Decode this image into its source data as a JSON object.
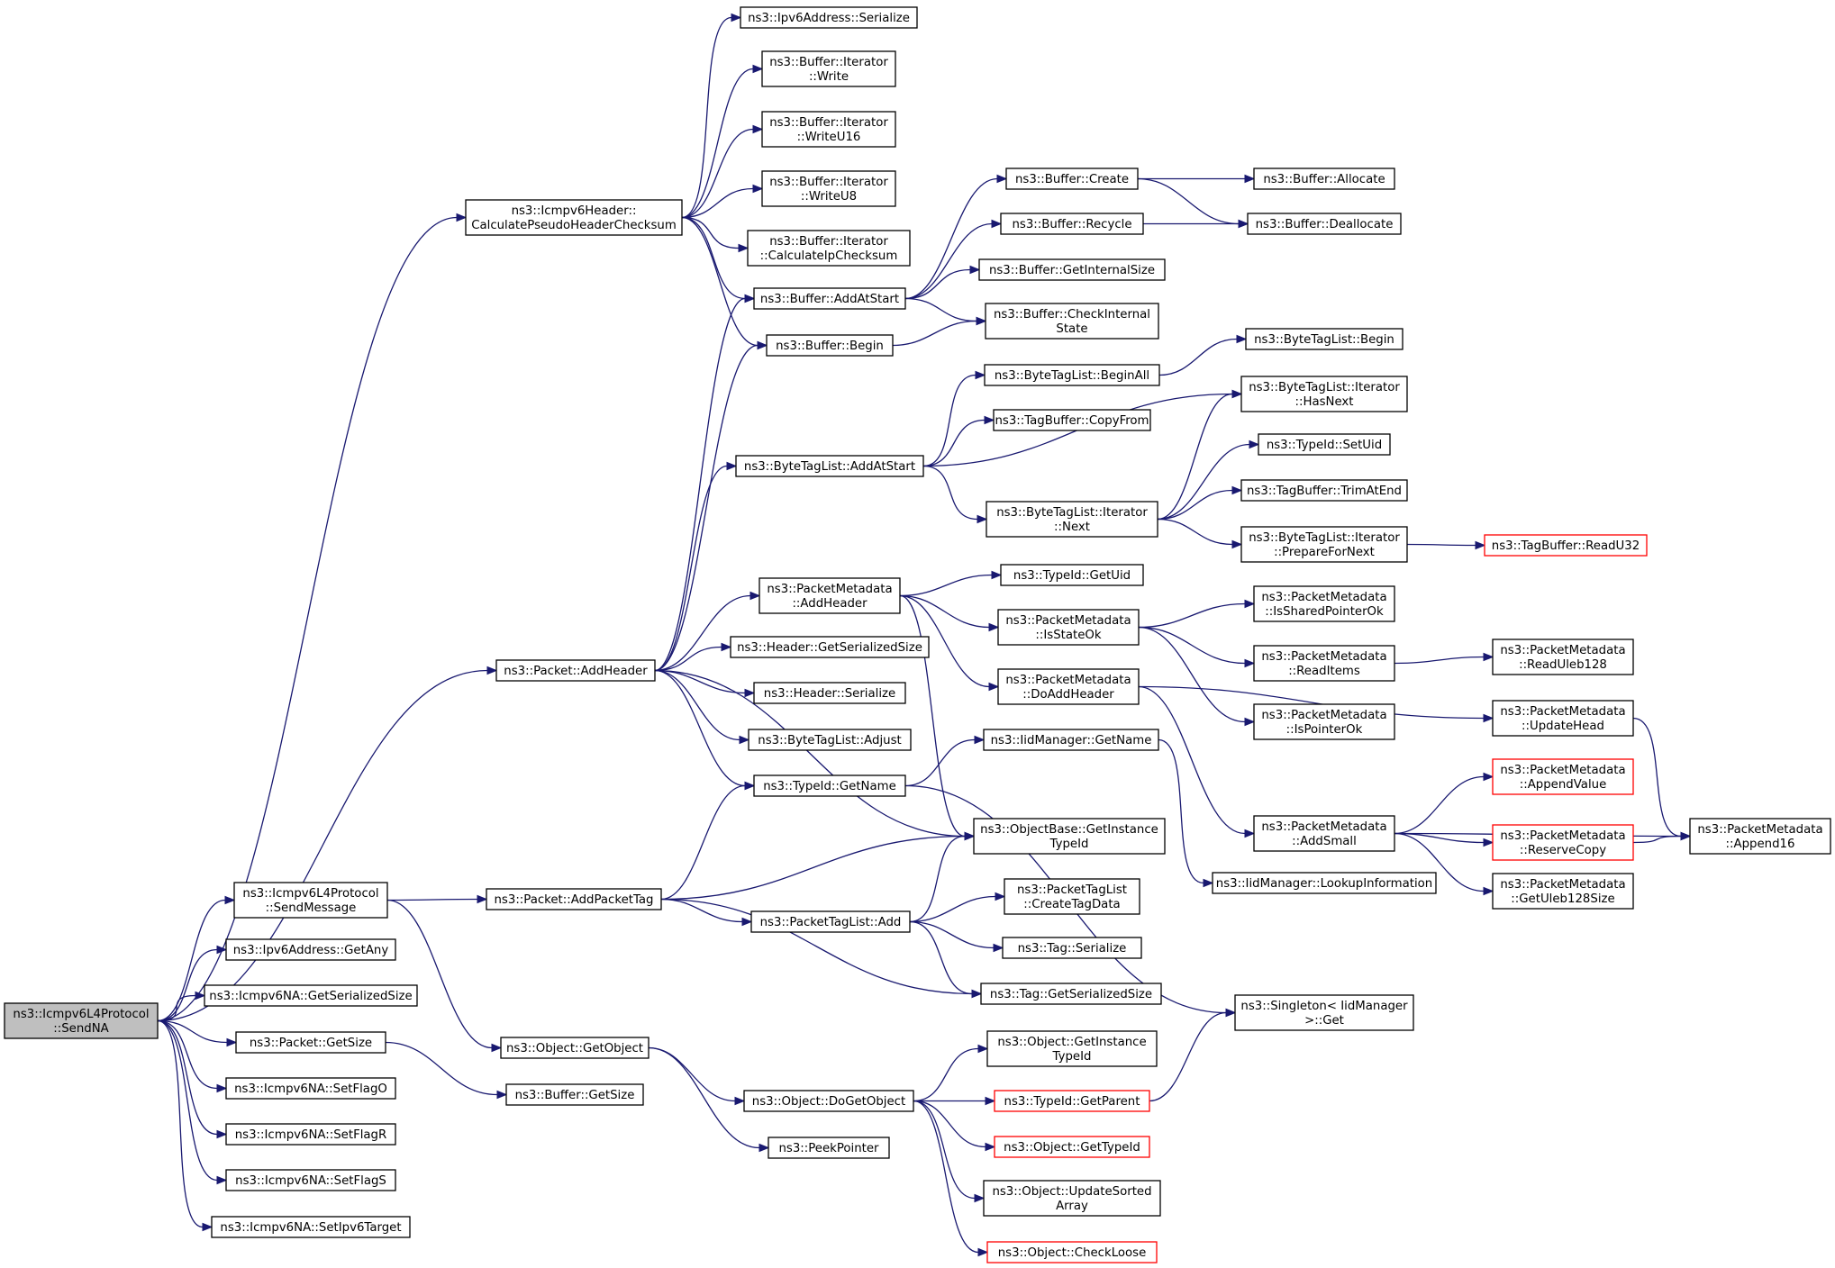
{
  "nodes": [
    {
      "id": "sendna",
      "lines": [
        "ns3::Icmpv6L4Protocol",
        "::SendNA"
      ],
      "style": "root"
    },
    {
      "id": "calcpseudo",
      "lines": [
        "ns3::Icmpv6Header::",
        "CalculatePseudoHeaderChecksum"
      ]
    },
    {
      "id": "pkt_addheader",
      "lines": [
        "ns3::Packet::AddHeader"
      ]
    },
    {
      "id": "sendmessage",
      "lines": [
        "ns3::Icmpv6L4Protocol",
        "::SendMessage"
      ]
    },
    {
      "id": "ipv6_getany",
      "lines": [
        "ns3::Ipv6Address::GetAny"
      ]
    },
    {
      "id": "na_getsersize",
      "lines": [
        "ns3::Icmpv6NA::GetSerializedSize"
      ]
    },
    {
      "id": "pkt_getsize",
      "lines": [
        "ns3::Packet::GetSize"
      ]
    },
    {
      "id": "setflago",
      "lines": [
        "ns3::Icmpv6NA::SetFlagO"
      ]
    },
    {
      "id": "setflagr",
      "lines": [
        "ns3::Icmpv6NA::SetFlagR"
      ]
    },
    {
      "id": "setflags",
      "lines": [
        "ns3::Icmpv6NA::SetFlagS"
      ]
    },
    {
      "id": "setipv6target",
      "lines": [
        "ns3::Icmpv6NA::SetIpv6Target"
      ]
    },
    {
      "id": "ipv6_serialize",
      "lines": [
        "ns3::Ipv6Address::Serialize"
      ]
    },
    {
      "id": "it_write",
      "lines": [
        "ns3::Buffer::Iterator",
        "::Write"
      ]
    },
    {
      "id": "it_writeu16",
      "lines": [
        "ns3::Buffer::Iterator",
        "::WriteU16"
      ]
    },
    {
      "id": "it_writeu8",
      "lines": [
        "ns3::Buffer::Iterator",
        "::WriteU8"
      ]
    },
    {
      "id": "it_calcip",
      "lines": [
        "ns3::Buffer::Iterator",
        "::CalculateIpChecksum"
      ]
    },
    {
      "id": "buf_addatstart",
      "lines": [
        "ns3::Buffer::AddAtStart"
      ]
    },
    {
      "id": "buf_begin",
      "lines": [
        "ns3::Buffer::Begin"
      ]
    },
    {
      "id": "btl_addatstart",
      "lines": [
        "ns3::ByteTagList::AddAtStart"
      ]
    },
    {
      "id": "pm_addheader",
      "lines": [
        "ns3::PacketMetadata",
        "::AddHeader"
      ]
    },
    {
      "id": "hdr_getsersize",
      "lines": [
        "ns3::Header::GetSerializedSize"
      ]
    },
    {
      "id": "hdr_serialize",
      "lines": [
        "ns3::Header::Serialize"
      ]
    },
    {
      "id": "btl_adjust",
      "lines": [
        "ns3::ByteTagList::Adjust"
      ]
    },
    {
      "id": "typeid_getname",
      "lines": [
        "ns3::TypeId::GetName"
      ]
    },
    {
      "id": "pkt_addpackettag",
      "lines": [
        "ns3::Packet::AddPacketTag"
      ]
    },
    {
      "id": "obj_getobject",
      "lines": [
        "ns3::Object::GetObject"
      ]
    },
    {
      "id": "buf_getsize",
      "lines": [
        "ns3::Buffer::GetSize"
      ]
    },
    {
      "id": "buf_create",
      "lines": [
        "ns3::Buffer::Create"
      ]
    },
    {
      "id": "buf_recycle",
      "lines": [
        "ns3::Buffer::Recycle"
      ]
    },
    {
      "id": "buf_getinternalsize",
      "lines": [
        "ns3::Buffer::GetInternalSize"
      ]
    },
    {
      "id": "buf_checkinternal",
      "lines": [
        "ns3::Buffer::CheckInternal",
        "State"
      ]
    },
    {
      "id": "btl_beginall",
      "lines": [
        "ns3::ByteTagList::BeginAll"
      ]
    },
    {
      "id": "tagbuf_copyfrom",
      "lines": [
        "ns3::TagBuffer::CopyFrom"
      ]
    },
    {
      "id": "btlit_next",
      "lines": [
        "ns3::ByteTagList::Iterator",
        "::Next"
      ]
    },
    {
      "id": "typeid_getuid",
      "lines": [
        "ns3::TypeId::GetUid"
      ]
    },
    {
      "id": "pm_isstateok",
      "lines": [
        "ns3::PacketMetadata",
        "::IsStateOk"
      ]
    },
    {
      "id": "pm_doaddheader",
      "lines": [
        "ns3::PacketMetadata",
        "::DoAddHeader"
      ]
    },
    {
      "id": "iid_getname",
      "lines": [
        "ns3::IidManager::GetName"
      ]
    },
    {
      "id": "objbase_getinst",
      "lines": [
        "ns3::ObjectBase::GetInstance",
        "TypeId"
      ]
    },
    {
      "id": "ptl_createtagdata",
      "lines": [
        "ns3::PacketTagList",
        "::CreateTagData"
      ]
    },
    {
      "id": "ptl_add",
      "lines": [
        "ns3::PacketTagList::Add"
      ]
    },
    {
      "id": "tag_serialize",
      "lines": [
        "ns3::Tag::Serialize"
      ]
    },
    {
      "id": "tag_getsersize",
      "lines": [
        "ns3::Tag::GetSerializedSize"
      ]
    },
    {
      "id": "obj_doget",
      "lines": [
        "ns3::Object::DoGetObject"
      ]
    },
    {
      "id": "peekpointer",
      "lines": [
        "ns3::PeekPointer"
      ]
    },
    {
      "id": "obj_getinst",
      "lines": [
        "ns3::Object::GetInstance",
        "TypeId"
      ]
    },
    {
      "id": "typeid_getparent",
      "lines": [
        "ns3::TypeId::GetParent"
      ],
      "style": "trunc"
    },
    {
      "id": "obj_gettypeid",
      "lines": [
        "ns3::Object::GetTypeId"
      ],
      "style": "trunc"
    },
    {
      "id": "obj_updatesorted",
      "lines": [
        "ns3::Object::UpdateSorted",
        "Array"
      ]
    },
    {
      "id": "obj_checkloose",
      "lines": [
        "ns3::Object::CheckLoose"
      ],
      "style": "trunc"
    },
    {
      "id": "buf_allocate",
      "lines": [
        "ns3::Buffer::Allocate"
      ]
    },
    {
      "id": "buf_deallocate",
      "lines": [
        "ns3::Buffer::Deallocate"
      ]
    },
    {
      "id": "btl_begin",
      "lines": [
        "ns3::ByteTagList::Begin"
      ]
    },
    {
      "id": "btlit_hasnext",
      "lines": [
        "ns3::ByteTagList::Iterator",
        "::HasNext"
      ]
    },
    {
      "id": "typeid_setuid",
      "lines": [
        "ns3::TypeId::SetUid"
      ]
    },
    {
      "id": "tagbuf_trimatend",
      "lines": [
        "ns3::TagBuffer::TrimAtEnd"
      ]
    },
    {
      "id": "btlit_preparefornext",
      "lines": [
        "ns3::ByteTagList::Iterator",
        "::PrepareForNext"
      ]
    },
    {
      "id": "pm_issharedptr",
      "lines": [
        "ns3::PacketMetadata",
        "::IsSharedPointerOk"
      ]
    },
    {
      "id": "pm_readitems",
      "lines": [
        "ns3::PacketMetadata",
        "::ReadItems"
      ]
    },
    {
      "id": "pm_ispointerok",
      "lines": [
        "ns3::PacketMetadata",
        "::IsPointerOk"
      ]
    },
    {
      "id": "pm_addsmall",
      "lines": [
        "ns3::PacketMetadata",
        "::AddSmall"
      ]
    },
    {
      "id": "iid_lookup",
      "lines": [
        "ns3::IidManager::LookupInformation"
      ]
    },
    {
      "id": "singleton_get",
      "lines": [
        "ns3::Singleton< IidManager",
        ">::Get"
      ]
    },
    {
      "id": "tagbuf_readu32",
      "lines": [
        "ns3::TagBuffer::ReadU32"
      ],
      "style": "trunc"
    },
    {
      "id": "pm_readuleb128",
      "lines": [
        "ns3::PacketMetadata",
        "::ReadUleb128"
      ]
    },
    {
      "id": "pm_updatehead",
      "lines": [
        "ns3::PacketMetadata",
        "::UpdateHead"
      ]
    },
    {
      "id": "pm_appendvalue",
      "lines": [
        "ns3::PacketMetadata",
        "::AppendValue"
      ],
      "style": "trunc"
    },
    {
      "id": "pm_reservecopy",
      "lines": [
        "ns3::PacketMetadata",
        "::ReserveCopy"
      ],
      "style": "trunc"
    },
    {
      "id": "pm_getuleb128size",
      "lines": [
        "ns3::PacketMetadata",
        "::GetUleb128Size"
      ]
    },
    {
      "id": "pm_append16",
      "lines": [
        "ns3::PacketMetadata",
        "::Append16"
      ]
    }
  ],
  "edges": [
    [
      "sendna",
      "calcpseudo"
    ],
    [
      "sendna",
      "pkt_addheader"
    ],
    [
      "sendna",
      "sendmessage"
    ],
    [
      "sendna",
      "ipv6_getany"
    ],
    [
      "sendna",
      "na_getsersize"
    ],
    [
      "sendna",
      "pkt_getsize"
    ],
    [
      "sendna",
      "setflago"
    ],
    [
      "sendna",
      "setflagr"
    ],
    [
      "sendna",
      "setflags"
    ],
    [
      "sendna",
      "setipv6target"
    ],
    [
      "calcpseudo",
      "ipv6_serialize"
    ],
    [
      "calcpseudo",
      "it_write"
    ],
    [
      "calcpseudo",
      "it_writeu16"
    ],
    [
      "calcpseudo",
      "it_writeu8"
    ],
    [
      "calcpseudo",
      "it_calcip"
    ],
    [
      "calcpseudo",
      "buf_addatstart"
    ],
    [
      "calcpseudo",
      "buf_begin"
    ],
    [
      "pkt_addheader",
      "buf_addatstart"
    ],
    [
      "pkt_addheader",
      "buf_begin"
    ],
    [
      "pkt_addheader",
      "btl_addatstart"
    ],
    [
      "pkt_addheader",
      "pm_addheader"
    ],
    [
      "pkt_addheader",
      "hdr_getsersize"
    ],
    [
      "pkt_addheader",
      "hdr_serialize"
    ],
    [
      "pkt_addheader",
      "btl_adjust"
    ],
    [
      "pkt_addheader",
      "typeid_getname"
    ],
    [
      "pkt_addheader",
      "objbase_getinst"
    ],
    [
      "sendmessage",
      "pkt_addpackettag"
    ],
    [
      "sendmessage",
      "obj_getobject"
    ],
    [
      "pkt_getsize",
      "buf_getsize"
    ],
    [
      "buf_addatstart",
      "buf_create"
    ],
    [
      "buf_addatstart",
      "buf_recycle"
    ],
    [
      "buf_addatstart",
      "buf_getinternalsize"
    ],
    [
      "buf_addatstart",
      "buf_checkinternal"
    ],
    [
      "buf_begin",
      "buf_checkinternal"
    ],
    [
      "buf_create",
      "buf_allocate"
    ],
    [
      "buf_create",
      "buf_deallocate"
    ],
    [
      "buf_recycle",
      "buf_deallocate"
    ],
    [
      "btl_addatstart",
      "btl_beginall"
    ],
    [
      "btl_addatstart",
      "tagbuf_copyfrom"
    ],
    [
      "btl_addatstart",
      "btlit_hasnext"
    ],
    [
      "btl_addatstart",
      "btlit_next"
    ],
    [
      "btl_beginall",
      "btl_begin"
    ],
    [
      "btlit_next",
      "btlit_hasnext"
    ],
    [
      "btlit_next",
      "typeid_setuid"
    ],
    [
      "btlit_next",
      "tagbuf_trimatend"
    ],
    [
      "btlit_next",
      "btlit_preparefornext"
    ],
    [
      "btlit_preparefornext",
      "tagbuf_readu32"
    ],
    [
      "pm_addheader",
      "typeid_getuid"
    ],
    [
      "pm_addheader",
      "pm_isstateok"
    ],
    [
      "pm_addheader",
      "pm_doaddheader"
    ],
    [
      "pm_addheader",
      "objbase_getinst"
    ],
    [
      "pm_isstateok",
      "pm_issharedptr"
    ],
    [
      "pm_isstateok",
      "pm_readitems"
    ],
    [
      "pm_isstateok",
      "pm_ispointerok"
    ],
    [
      "pm_readitems",
      "pm_readuleb128"
    ],
    [
      "pm_doaddheader",
      "pm_updatehead"
    ],
    [
      "pm_doaddheader",
      "pm_addsmall"
    ],
    [
      "pm_updatehead",
      "pm_append16"
    ],
    [
      "pm_addsmall",
      "pm_appendvalue"
    ],
    [
      "pm_addsmall",
      "pm_reservecopy"
    ],
    [
      "pm_addsmall",
      "pm_getuleb128size"
    ],
    [
      "pm_addsmall",
      "pm_append16"
    ],
    [
      "pm_reservecopy",
      "pm_append16"
    ],
    [
      "typeid_getname",
      "iid_getname"
    ],
    [
      "typeid_getname",
      "singleton_get"
    ],
    [
      "iid_getname",
      "iid_lookup"
    ],
    [
      "pkt_addpackettag",
      "typeid_getname"
    ],
    [
      "pkt_addpackettag",
      "objbase_getinst"
    ],
    [
      "pkt_addpackettag",
      "ptl_add"
    ],
    [
      "pkt_addpackettag",
      "tag_getsersize"
    ],
    [
      "ptl_add",
      "objbase_getinst"
    ],
    [
      "ptl_add",
      "ptl_createtagdata"
    ],
    [
      "ptl_add",
      "tag_serialize"
    ],
    [
      "ptl_add",
      "tag_getsersize"
    ],
    [
      "obj_getobject",
      "obj_doget"
    ],
    [
      "obj_getobject",
      "peekpointer"
    ],
    [
      "obj_doget",
      "obj_getinst"
    ],
    [
      "obj_doget",
      "typeid_getparent"
    ],
    [
      "obj_doget",
      "obj_gettypeid"
    ],
    [
      "obj_doget",
      "obj_updatesorted"
    ],
    [
      "obj_doget",
      "obj_checkloose"
    ],
    [
      "typeid_getparent",
      "singleton_get"
    ]
  ],
  "colors": {
    "edge": "#191970",
    "node_border": "#000000",
    "truncated_border": "#ff0000",
    "root_fill": "#bfbfbf"
  }
}
